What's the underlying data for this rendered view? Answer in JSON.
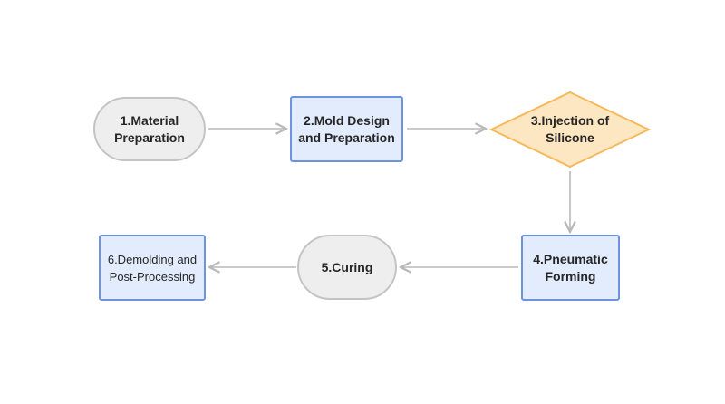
{
  "diagram": {
    "type": "flowchart",
    "colors": {
      "terminal_fill": "#eeeeee",
      "terminal_border": "#c4c4c4",
      "process_fill": "#e3ecfd",
      "process_border": "#6d93df",
      "decision_fill": "#fde6c2",
      "decision_border": "#f5b95c",
      "connector": "#b9b9b9"
    },
    "steps": [
      {
        "id": "s1",
        "label": "1.Material\nPreparation",
        "shape": "terminal"
      },
      {
        "id": "s2",
        "label": "2.Mold Design\nand Preparation",
        "shape": "process"
      },
      {
        "id": "s3",
        "label": "3.Injection of\nSilicone",
        "shape": "decision"
      },
      {
        "id": "s4",
        "label": "4.Pneumatic\nForming",
        "shape": "process"
      },
      {
        "id": "s5",
        "label": "5.Curing",
        "shape": "terminal"
      },
      {
        "id": "s6",
        "label": "6.Demolding and\nPost-Processing",
        "shape": "process"
      }
    ],
    "connections": [
      {
        "from": "s1",
        "to": "s2"
      },
      {
        "from": "s2",
        "to": "s3"
      },
      {
        "from": "s3",
        "to": "s4"
      },
      {
        "from": "s4",
        "to": "s5"
      },
      {
        "from": "s5",
        "to": "s6"
      }
    ]
  }
}
